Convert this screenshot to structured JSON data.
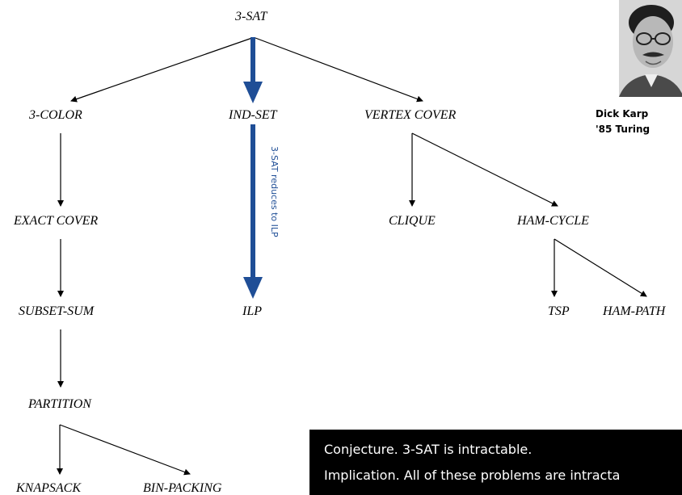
{
  "diagram": {
    "nodes": {
      "sat3": "3-SAT",
      "color3": "3-COLOR",
      "indset": "IND-SET",
      "vertexcover": "VERTEX COVER",
      "exactcover": "EXACT COVER",
      "clique": "CLIQUE",
      "hamcycle": "HAM-CYCLE",
      "subsetsum": "SUBSET-SUM",
      "ilp": "ILP",
      "tsp": "TSP",
      "hampath": "HAM-PATH",
      "partition": "PARTITION",
      "knapsack": "KNAPSACK",
      "binpacking": "BIN-PACKING"
    },
    "highlight_label": "3-SAT reduces to ILP",
    "highlight_color": "#1f4e96"
  },
  "karp": {
    "caption_name": "Dick Karp",
    "caption_award": "'85 Turing"
  },
  "conjecture": {
    "line1": "Conjecture.  3-SAT is intractable.",
    "line2": "Implication.  All of these problems are intracta"
  }
}
